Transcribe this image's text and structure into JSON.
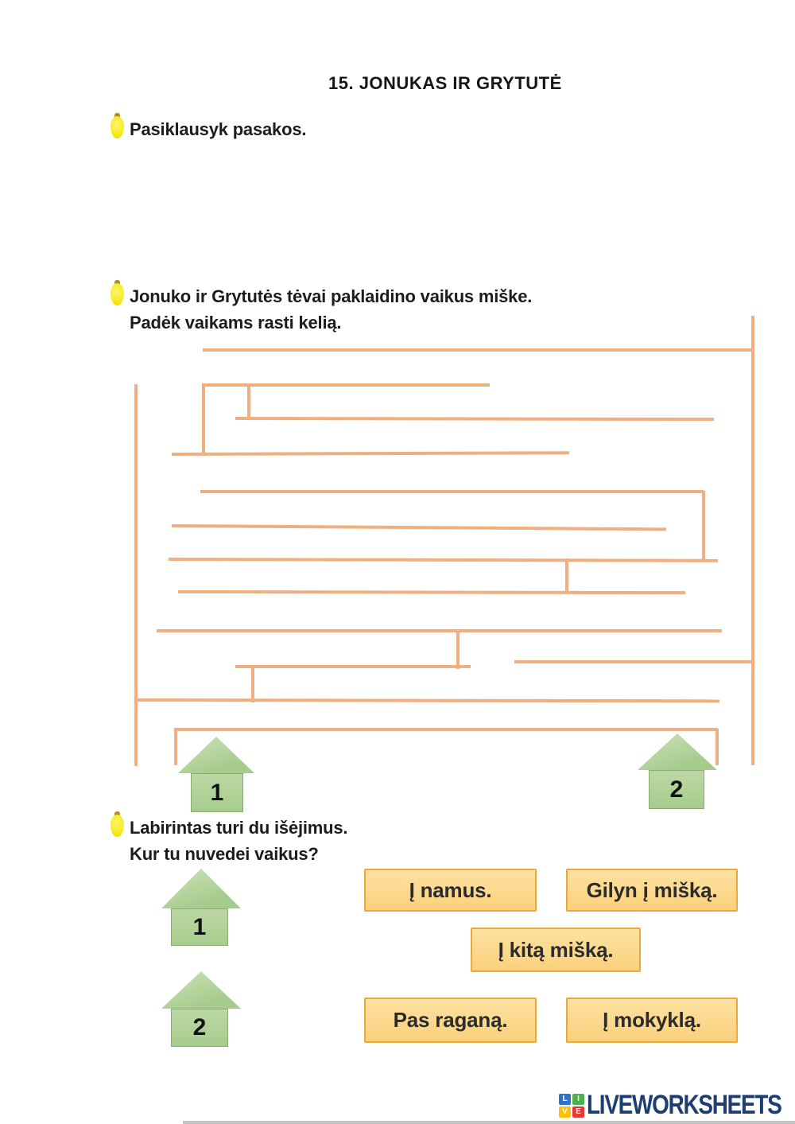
{
  "title": "15. JONUKAS IR GRYTUTĖ",
  "instructions": {
    "listen": "Pasiklausyk pasakos.",
    "maze_line1": "Jonuko ir Grytutės tėvai paklaidino vaikus miške.",
    "maze_line2": "Padėk vaikams rasti kelią.",
    "question_line1": "Labirintas turi du išėjimus.",
    "question_line2": "Kur tu nuvedei vaikus?"
  },
  "maze": {
    "exits": [
      {
        "label": "1"
      },
      {
        "label": "2"
      }
    ]
  },
  "question": {
    "houses": [
      {
        "label": "1"
      },
      {
        "label": "2"
      }
    ],
    "options": [
      "Į namus.",
      "Gilyn į mišką.",
      "Į kitą mišką.",
      "Pas raganą.",
      "Į mokyklą."
    ]
  },
  "footer": {
    "tiles": [
      "L",
      "I",
      "V",
      "E"
    ],
    "brand": "LIVEWORKSHEETS"
  },
  "colors": {
    "maze-line": "#efaf80",
    "house-fill": "#a6cc8c",
    "house-light": "#cde3b8",
    "house-border": "#8caa74",
    "card-fill-top": "#fde2a2",
    "card-fill-bottom": "#fad07c",
    "card-border": "#eaa83f",
    "bulb-yellow": "#f6ea1e",
    "brand-navy": "#1d3e75",
    "tile-blue": "#2e71d1",
    "tile-green": "#4caf50",
    "tile-amber": "#ffc107",
    "tile-red": "#e53935"
  }
}
